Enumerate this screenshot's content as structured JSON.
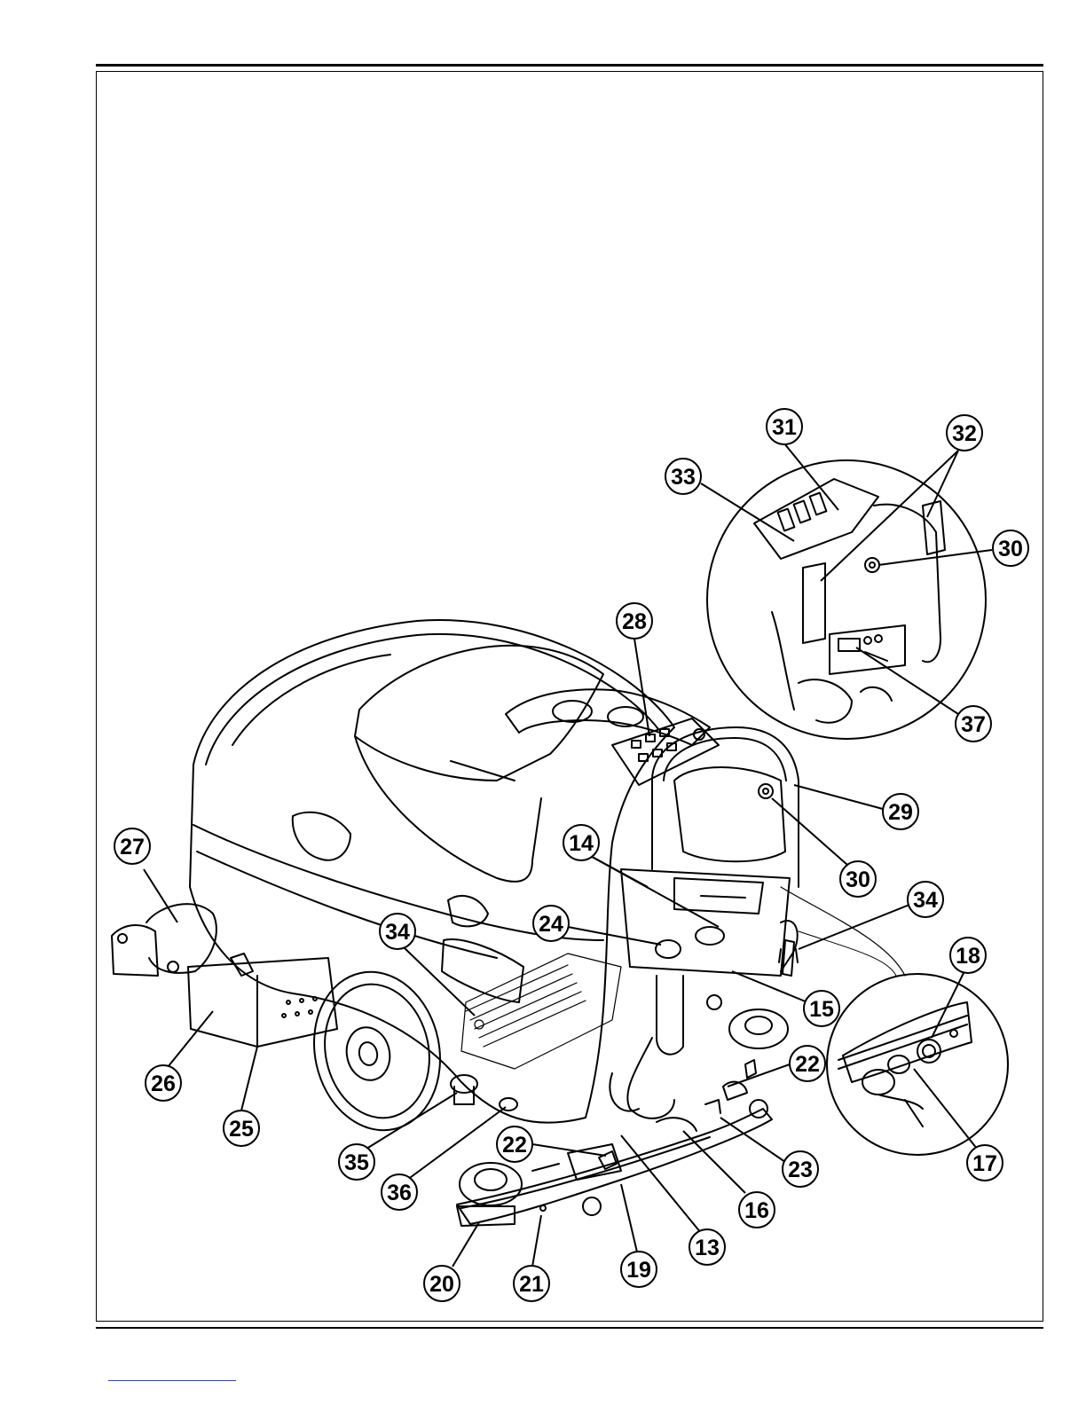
{
  "callouts": [
    {
      "id": "c31",
      "label": "31"
    },
    {
      "id": "c32",
      "label": "32"
    },
    {
      "id": "c33",
      "label": "33"
    },
    {
      "id": "c30a",
      "label": "30"
    },
    {
      "id": "c28",
      "label": "28"
    },
    {
      "id": "c37",
      "label": "37"
    },
    {
      "id": "c29",
      "label": "29"
    },
    {
      "id": "c27",
      "label": "27"
    },
    {
      "id": "c14",
      "label": "14"
    },
    {
      "id": "c30b",
      "label": "30"
    },
    {
      "id": "c34a",
      "label": "34"
    },
    {
      "id": "c34b",
      "label": "34"
    },
    {
      "id": "c24",
      "label": "24"
    },
    {
      "id": "c18",
      "label": "18"
    },
    {
      "id": "c15",
      "label": "15"
    },
    {
      "id": "c26",
      "label": "26"
    },
    {
      "id": "c22a",
      "label": "22"
    },
    {
      "id": "c25",
      "label": "25"
    },
    {
      "id": "c22b",
      "label": "22"
    },
    {
      "id": "c35",
      "label": "35"
    },
    {
      "id": "c23",
      "label": "23"
    },
    {
      "id": "c17",
      "label": "17"
    },
    {
      "id": "c36",
      "label": "36"
    },
    {
      "id": "c16",
      "label": "16"
    },
    {
      "id": "c13",
      "label": "13"
    },
    {
      "id": "c19",
      "label": "19"
    },
    {
      "id": "c20",
      "label": "20"
    },
    {
      "id": "c21",
      "label": "21"
    }
  ]
}
